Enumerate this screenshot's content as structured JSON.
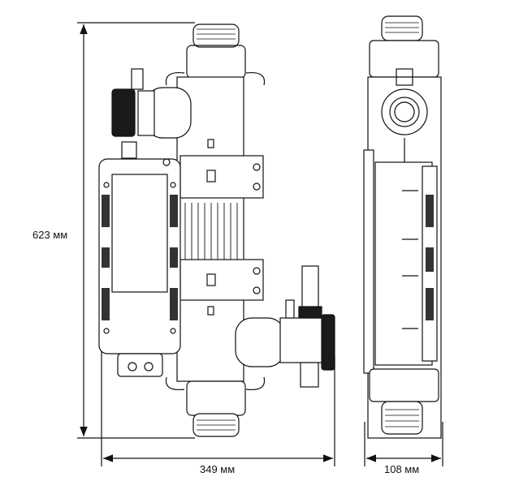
{
  "dimensions": {
    "height_label": "623 мм",
    "width_label": "349 мм",
    "depth_label": "108 мм"
  },
  "colors": {
    "line": "#111111",
    "fill": "#ffffff",
    "dark": "#1a1a1a"
  }
}
